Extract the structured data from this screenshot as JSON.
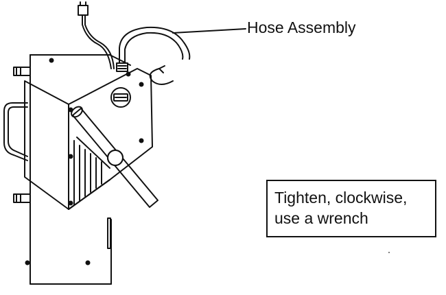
{
  "callout": {
    "label": "Hose Assembly"
  },
  "instruction": {
    "line1": "Tighten, clockwise,",
    "line2": "use a wrench"
  },
  "icons": {
    "rotation": "clockwise-arrow-icon",
    "wrench": "wrench-handle-icon",
    "hose": "hose-assembly-icon"
  },
  "colors": {
    "line": "#111111",
    "background": "#ffffff"
  }
}
